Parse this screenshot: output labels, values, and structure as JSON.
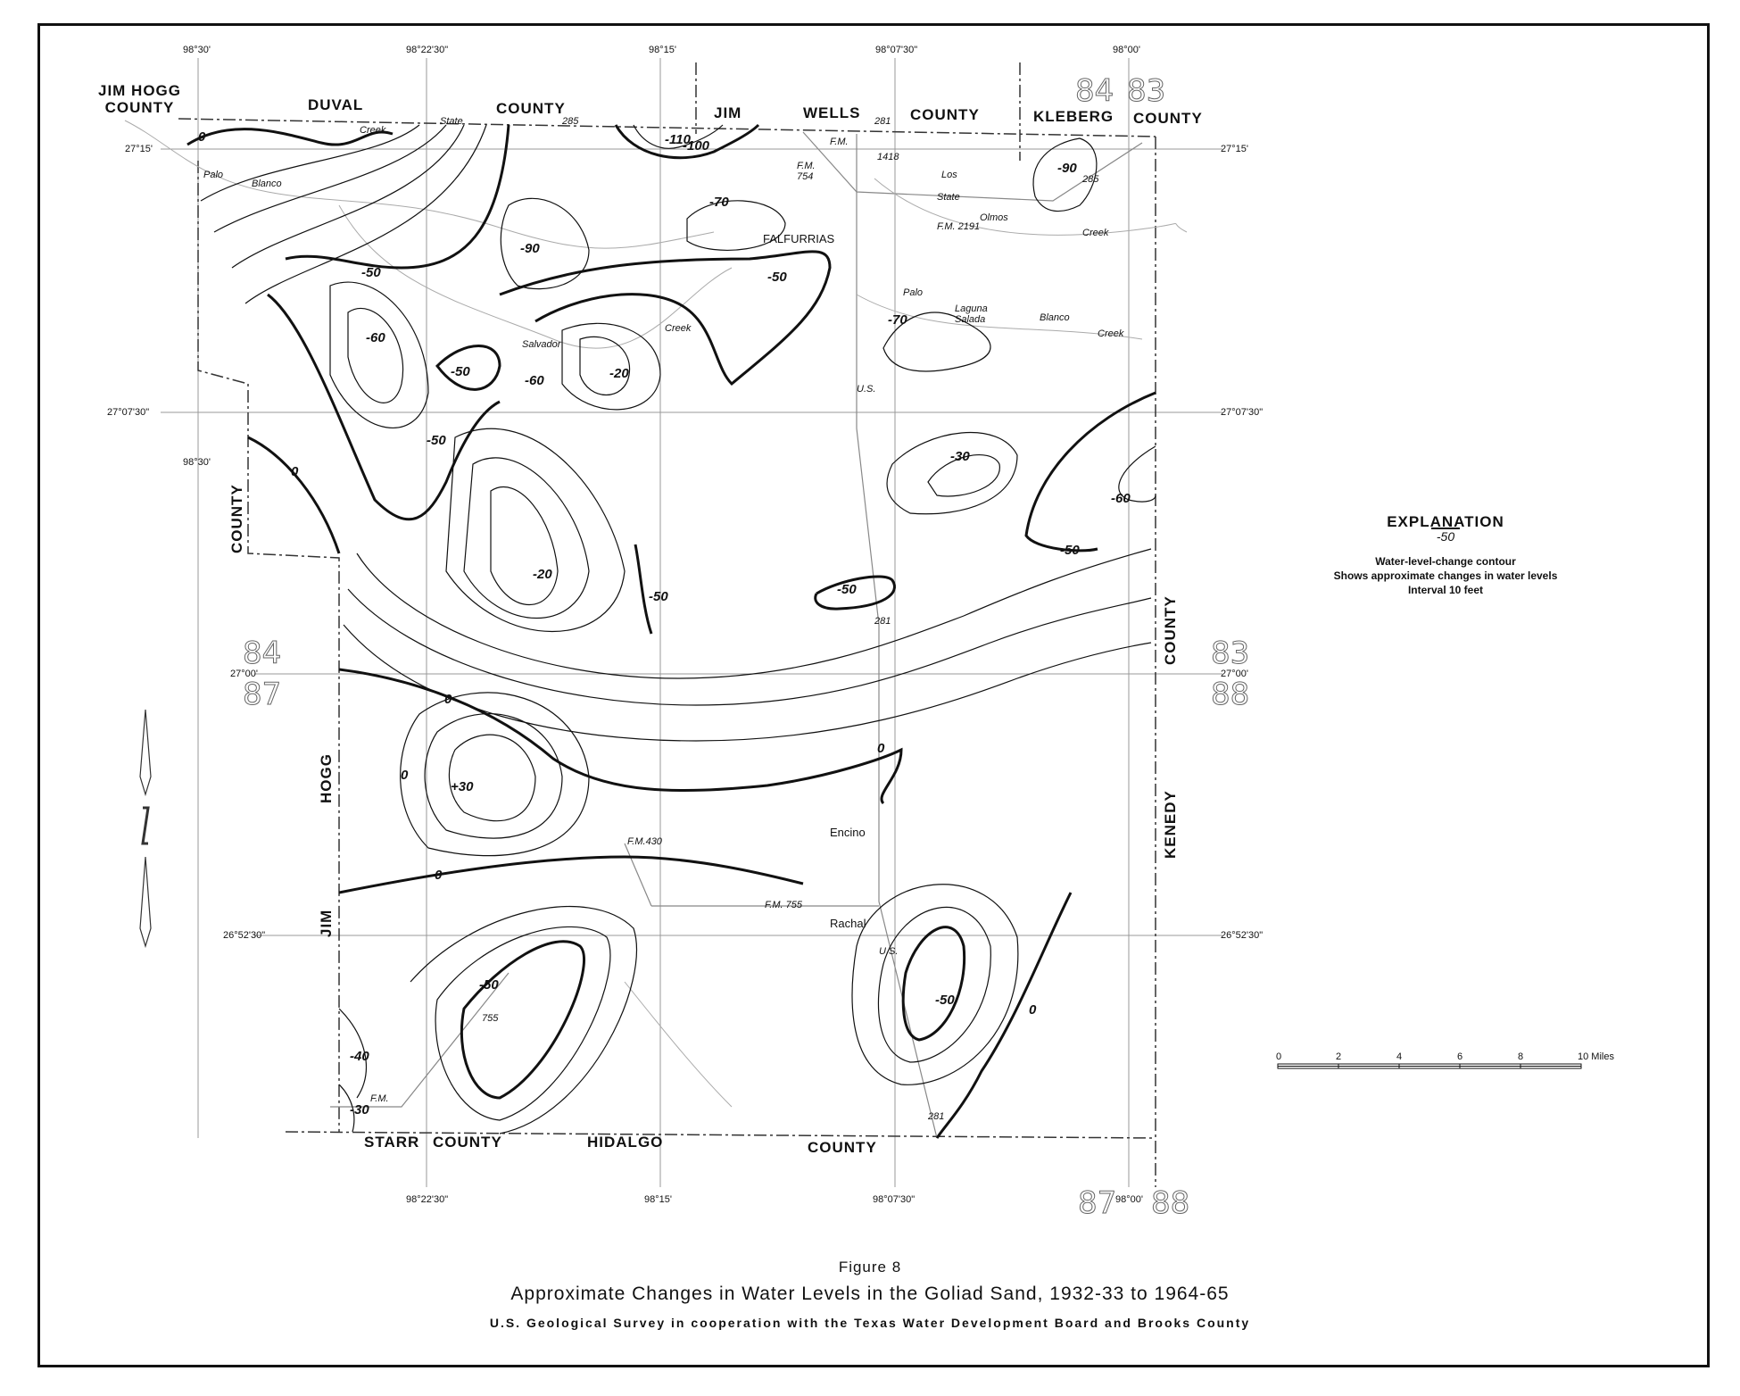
{
  "county_labels": {
    "jim_hogg_top": "JIM HOGG\nCOUNTY",
    "duval": "DUVAL",
    "duval_county": "COUNTY",
    "jim": "JIM",
    "wells": "WELLS",
    "wells_county": "COUNTY",
    "kleberg": "KLEBERG",
    "kleberg_county": "COUNTY",
    "county_left": "COUNTY",
    "hogg": "HOGG",
    "jim_left": "JIM",
    "county_right": "COUNTY",
    "kenedy": "KENEDY",
    "starr": "STARR",
    "starr_county": "COUNTY",
    "hidalgo": "HIDALGO",
    "hidalgo_county": "COUNTY"
  },
  "coordinates": {
    "top_1": "98°30'",
    "top_2": "98°22'30\"",
    "top_3": "98°15'",
    "top_4": "98°07'30\"",
    "top_5": "98°00'",
    "left_1": "27°15'",
    "right_1": "27°15'",
    "left_2": "27°07'30\"",
    "right_2": "27°07'30\"",
    "left_3": "98°30'",
    "left_4": "27°00'",
    "right_4": "27°00'",
    "left_5": "26°52'30\"",
    "right_5": "26°52'30\"",
    "bottom_1": "98°22'30\"",
    "bottom_2": "98°15'",
    "bottom_3": "98°07'30\"",
    "bottom_4": "98°00'"
  },
  "grid_numbers": {
    "top_84": "84",
    "top_83": "83",
    "left_84": "84",
    "left_87": "87",
    "right_83": "83",
    "right_88": "88",
    "bottom_87": "87",
    "bottom_88": "88"
  },
  "towns": {
    "falfurrias": "FALFURRIAS",
    "encino": "Encino",
    "rachal": "Rachal"
  },
  "water_features": {
    "palo_blanco_1": "Palo",
    "palo_blanco_2": "Blanco",
    "creek_1": "Creek",
    "los_olmos": "Los",
    "olmos": "Olmos",
    "creek_2": "Creek",
    "laguna": "Laguna",
    "salada": "Salada",
    "palo_2": "Palo",
    "blanco_2": "Blanco",
    "creek_3": "Creek",
    "salvador": "Salvador",
    "creek_4": "Creek",
    "state_1": "State",
    "state_2": "State"
  },
  "roads": {
    "r285_top": "285",
    "r285_right": "285",
    "fm1418": "1418",
    "us281_top": "281",
    "fm_top": "F.M.",
    "fm754": "F.M.\n754",
    "fm2191": "F.M. 2191",
    "us_mid": "U.S.",
    "r281_mid": "281",
    "fm430": "F.M.430",
    "fm755": "F.M.   755",
    "r755": "755",
    "fm_bottom": "F.M.",
    "us_bottom": "U.S.",
    "r281_bottom": "281"
  },
  "contour_labels": {
    "c0_topleft": "0",
    "c110": "-110",
    "c100": "-100",
    "c90_right": "-90",
    "c70_top": "-70",
    "c90_left": "-90",
    "c50_upper": "-50",
    "c50_falf": "-50",
    "c60_left": "-60",
    "c50_b": "-50",
    "c60_b": "-60",
    "c20_top": "-20",
    "c70_laguna": "-70",
    "c0_left": "0",
    "c50_c": "-50",
    "c30": "-30",
    "c60_right": "-60",
    "c50_right": "-50",
    "c20_mid": "-20",
    "c50_center": "-50",
    "c50_281": "-50",
    "c0_mid": "0",
    "c0_encino": "0",
    "c0_left2": "0",
    "c30_pos": "+30",
    "c0_lower": "0",
    "c50_sw": "-50",
    "c50_se": "-50",
    "c0_se": "0",
    "c40": "-40",
    "c30_bottom": "-30"
  },
  "explanation": {
    "heading": "EXPLANATION",
    "symbol_value": "-50",
    "line1": "Water-level-change contour",
    "line2": "Shows approximate changes in water levels",
    "line3": "Interval 10 feet"
  },
  "scale_bar": {
    "ticks": [
      "0",
      "2",
      "4",
      "6",
      "8",
      "10 Miles"
    ]
  },
  "caption": {
    "figure": "Figure 8",
    "title": "Approximate Changes in Water Levels in the Goliad Sand, 1932-33 to 1964-65",
    "credit": "U.S. Geological Survey in cooperation with the Texas Water Development Board and Brooks County"
  }
}
